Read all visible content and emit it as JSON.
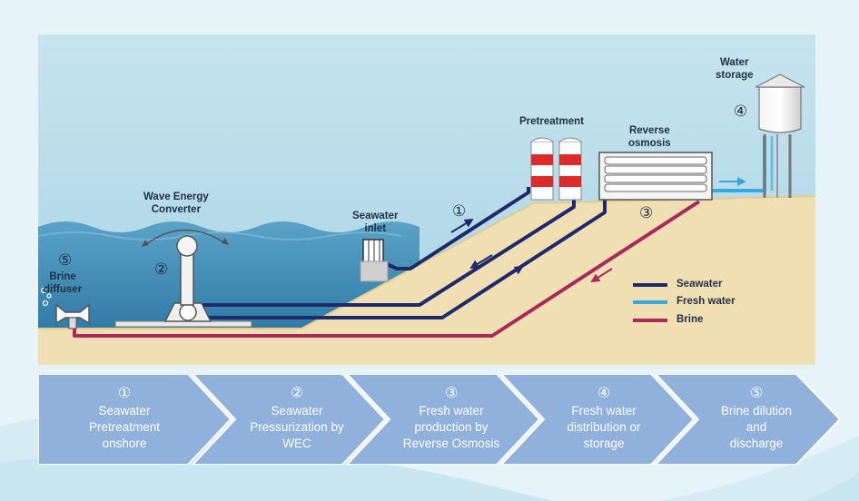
{
  "diagram": {
    "labels": {
      "water_storage": "Water\nstorage",
      "pretreatment": "Pretreatment",
      "reverse_osmosis": "Reverse\nosmosis",
      "wave_energy_converter": "Wave Energy\nConverter",
      "seawater_inlet": "Seawater\ninlet",
      "brine_diffuser": "Brine\ndiffuser"
    },
    "markers": {
      "pretreatment": "①",
      "wec": "②",
      "reverse_osmosis": "③",
      "water_storage": "④",
      "brine_diffuser": "⑤"
    },
    "legend": [
      {
        "label": "Seawater",
        "color": "#1e2a6b"
      },
      {
        "label": "Fresh water",
        "color": "#3aa8df"
      },
      {
        "label": "Brine",
        "color": "#a8295a"
      }
    ],
    "colors": {
      "sky": "#bcdde8",
      "sea": "#3f8cb4",
      "sand": "#f1dfb4",
      "seawater_pipe": "#1e2a6b",
      "fresh_pipe": "#3aa8df",
      "brine_pipe": "#a8295a"
    }
  },
  "steps": [
    {
      "number": "①",
      "text": "Seawater\nPretreatment\nonshore"
    },
    {
      "number": "②",
      "text": "Seawater\nPressurization by\nWEC"
    },
    {
      "number": "③",
      "text": "Fresh water\nproduction by\nReverse Osmosis"
    },
    {
      "number": "④",
      "text": "Fresh water\ndistribution or\nstorage"
    },
    {
      "number": "⑤",
      "text": "Brine dilution\nand\ndischarge"
    }
  ],
  "step_color": "#8fb1dc"
}
